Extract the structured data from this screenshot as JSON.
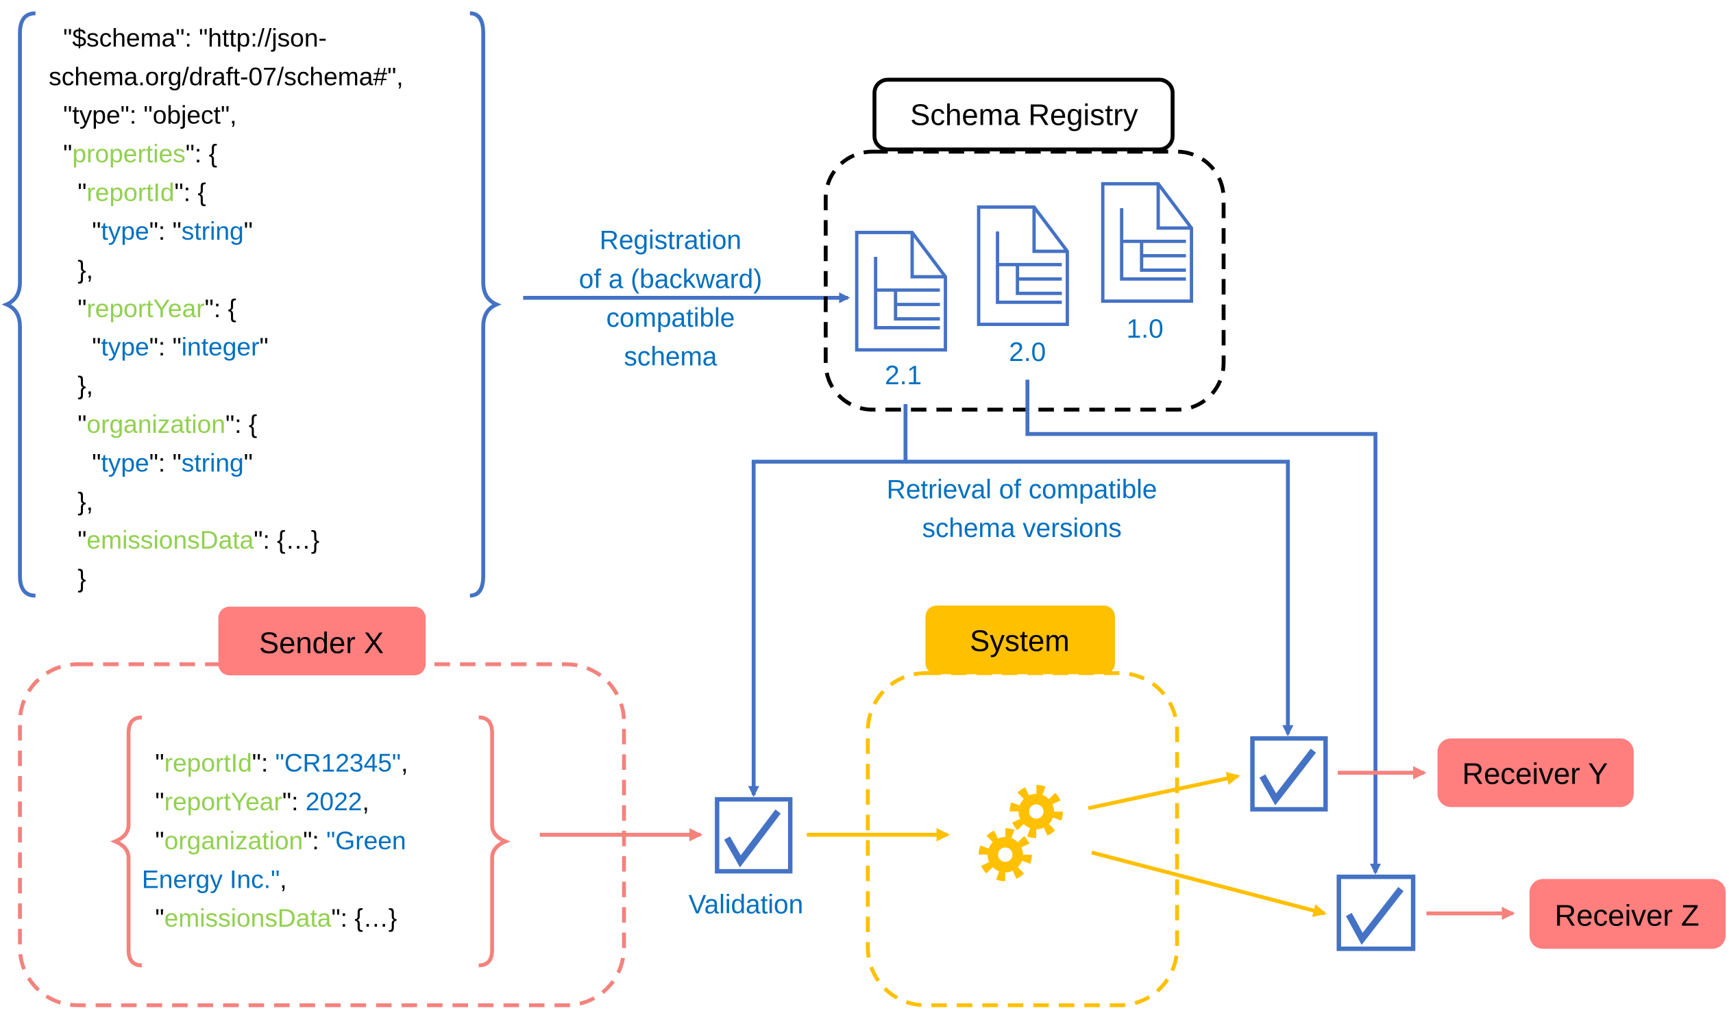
{
  "colors": {
    "line_blue": "#4472C4",
    "text_blue": "#0070C0",
    "key_green": "#92D050",
    "sender_pink": "#FF7F7F",
    "system_yellow": "#FFC000",
    "black": "#000000"
  },
  "schema_code": [
    [
      {
        "t": "\"$schema\": \"http://json-",
        "c": "k"
      }
    ],
    [
      {
        "t": "schema.org/draft-07/schema#\",",
        "c": "k"
      }
    ],
    [
      {
        "t": "\"type\": \"object\",",
        "c": "k"
      }
    ],
    [
      {
        "t": "\"",
        "c": "k"
      },
      {
        "t": "properties",
        "c": "g"
      },
      {
        "t": "\": {",
        "c": "k"
      }
    ],
    [
      {
        "t": "\"",
        "c": "k"
      },
      {
        "t": "reportId",
        "c": "g"
      },
      {
        "t": "\": {",
        "c": "k"
      }
    ],
    [
      {
        "t": "\"",
        "c": "k"
      },
      {
        "t": "type",
        "c": "b"
      },
      {
        "t": "\": \"",
        "c": "k"
      },
      {
        "t": "string",
        "c": "b"
      },
      {
        "t": "\"",
        "c": "k"
      }
    ],
    [
      {
        "t": "},",
        "c": "k"
      }
    ],
    [
      {
        "t": "\"",
        "c": "k"
      },
      {
        "t": "reportYear",
        "c": "g"
      },
      {
        "t": "\": {",
        "c": "k"
      }
    ],
    [
      {
        "t": "\"",
        "c": "k"
      },
      {
        "t": "type",
        "c": "b"
      },
      {
        "t": "\": \"",
        "c": "k"
      },
      {
        "t": "integer",
        "c": "b"
      },
      {
        "t": "\"",
        "c": "k"
      }
    ],
    [
      {
        "t": "},",
        "c": "k"
      }
    ],
    [
      {
        "t": "\"",
        "c": "k"
      },
      {
        "t": "organization",
        "c": "g"
      },
      {
        "t": "\": {",
        "c": "k"
      }
    ],
    [
      {
        "t": "\"",
        "c": "k"
      },
      {
        "t": "type",
        "c": "b"
      },
      {
        "t": "\": \"",
        "c": "k"
      },
      {
        "t": "string",
        "c": "b"
      },
      {
        "t": "\"",
        "c": "k"
      }
    ],
    [
      {
        "t": "},",
        "c": "k"
      }
    ],
    [
      {
        "t": "\"",
        "c": "k"
      },
      {
        "t": "emissionsData",
        "c": "g"
      },
      {
        "t": "\": {…}",
        "c": "k"
      }
    ],
    [
      {
        "t": "}",
        "c": "k"
      }
    ]
  ],
  "registration_label": [
    "Registration",
    "of a (backward)",
    "compatible",
    "schema"
  ],
  "registry": {
    "title": "Schema Registry",
    "versions": [
      "2.1",
      "2.0",
      "1.0"
    ]
  },
  "retrieval_label": [
    "Retrieval of compatible",
    "schema versions"
  ],
  "sender": {
    "title": "Sender X"
  },
  "message_code": [
    [
      {
        "t": "\"",
        "c": "k"
      },
      {
        "t": "reportId",
        "c": "g"
      },
      {
        "t": "\": ",
        "c": "k"
      },
      {
        "t": "\"CR12345\"",
        "c": "b"
      },
      {
        "t": ",",
        "c": "k"
      }
    ],
    [
      {
        "t": "\"",
        "c": "k"
      },
      {
        "t": "reportYear",
        "c": "g"
      },
      {
        "t": "\": ",
        "c": "k"
      },
      {
        "t": "2022",
        "c": "b"
      },
      {
        "t": ",",
        "c": "k"
      }
    ],
    [
      {
        "t": "\"",
        "c": "k"
      },
      {
        "t": "organization",
        "c": "g"
      },
      {
        "t": "\": ",
        "c": "k"
      },
      {
        "t": "\"Green",
        "c": "b"
      }
    ],
    [
      {
        "t": "Energy Inc.\"",
        "c": "b"
      },
      {
        "t": ",",
        "c": "k"
      }
    ],
    [
      {
        "t": "\"",
        "c": "k"
      },
      {
        "t": "emissionsData",
        "c": "g"
      },
      {
        "t": "\": {…}",
        "c": "k"
      }
    ]
  ],
  "validation_label": "Validation",
  "system": {
    "title": "System"
  },
  "receivers": [
    "Receiver Y",
    "Receiver Z"
  ]
}
